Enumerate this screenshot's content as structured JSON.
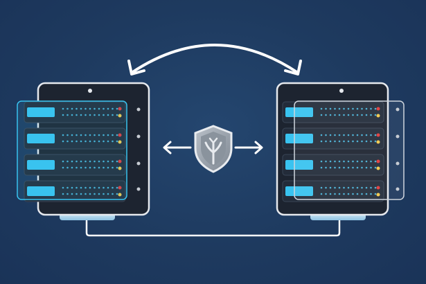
{
  "illustration": {
    "subject": "two-servers-sync",
    "left_server": {
      "units": 4
    },
    "right_server": {
      "units": 4
    },
    "center_badge": {
      "icon": "shield-icon"
    },
    "arrows": {
      "top": "bidirectional-curved-arrow",
      "center": "bidirectional-arrows"
    }
  },
  "colors": {
    "background": "#1e3a5f",
    "server_body": "#1d2430",
    "server_border": "#e6e9ee",
    "accent_cyan": "#39c3f0",
    "led_red": "#e23b3b",
    "led_yellow": "#f2c94c",
    "line_white": "#ffffff",
    "shield": "#9aa3ad"
  }
}
